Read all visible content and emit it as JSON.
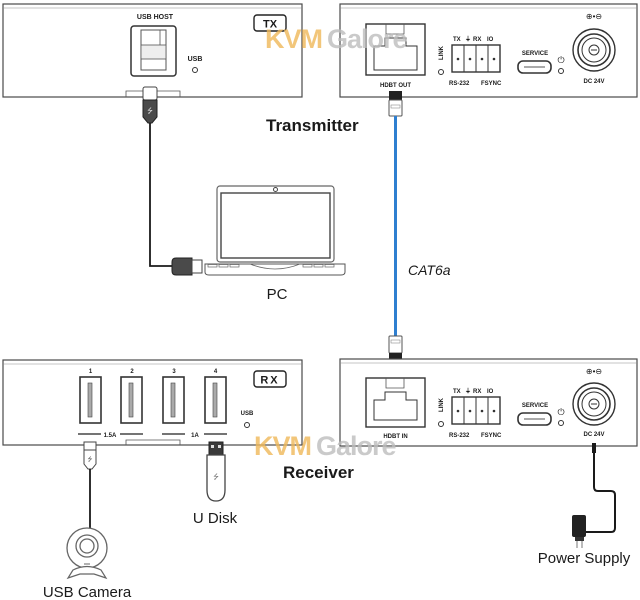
{
  "diagram": {
    "type": "connection-diagram",
    "colors": {
      "device_outline": "#4a4a4a",
      "cat6a_cable": "#2f7fd0",
      "cable_black": "#1a1a1a",
      "watermark_kvm": "#f0b85a",
      "watermark_galore": "#bdbdbd"
    },
    "watermark": {
      "part1": "KVM",
      "part2": "Galore"
    },
    "transmitter": {
      "section_label": "Transmitter",
      "front": {
        "badge": "TX",
        "usb_host_label": "USB HOST",
        "usb_led_label": "USB"
      },
      "rear": {
        "hdbt_label": "HDBT OUT",
        "link_label": "LINK",
        "terminal_top": "TX ⏚ RX IO",
        "terminal_tx": "TX",
        "terminal_gnd": "⏚",
        "terminal_rx": "RX",
        "terminal_io": "IO",
        "rs232_label": "RS-232",
        "fsync_label": "FSYNC",
        "service_label": "SERVICE",
        "power_symbol": "⏻",
        "polarity": "⊕•⊖",
        "dc_label": "DC 24V"
      }
    },
    "receiver": {
      "section_label": "Receiver",
      "front": {
        "badge": "RX",
        "ports": [
          "1",
          "2",
          "3",
          "4"
        ],
        "current_left": "1.5A",
        "current_right": "1A",
        "usb_led_label": "USB"
      },
      "rear": {
        "hdbt_label": "HDBT IN",
        "link_label": "LINK",
        "terminal_tx": "TX",
        "terminal_gnd": "⏚",
        "terminal_rx": "RX",
        "terminal_io": "IO",
        "rs232_label": "RS-232",
        "fsync_label": "FSYNC",
        "service_label": "SERVICE",
        "power_symbol": "⏻",
        "polarity": "⊕•⊖",
        "dc_label": "DC 24V"
      }
    },
    "devices": {
      "pc": "PC",
      "u_disk": "U Disk",
      "usb_camera": "USB Camera",
      "power_supply": "Power Supply"
    },
    "cables": {
      "hdbt_link": "CAT6a"
    }
  }
}
